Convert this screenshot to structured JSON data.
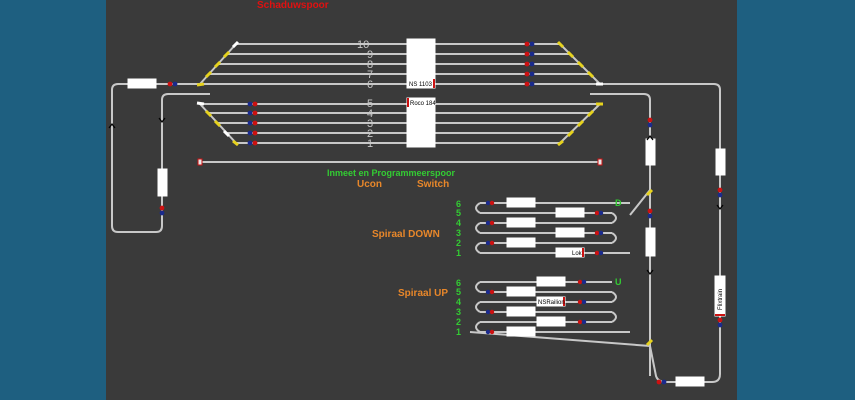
{
  "labels": {
    "schaduwspoor": "Schaduwspoor",
    "inmeet": "Inmeet en Programmeerspoor",
    "ucon": "Ucon",
    "switch": "Switch",
    "spiraal_down": "Spiraal DOWN",
    "spiraal_up": "Spiraal UP",
    "down_end": "D",
    "up_end": "U"
  },
  "upper_tracks": [
    "10",
    "9",
    "8",
    "7",
    "6"
  ],
  "lower_tracks": [
    "5",
    "4",
    "3",
    "2",
    "1"
  ],
  "down_tracks": [
    "6",
    "5",
    "4",
    "3",
    "2",
    "1"
  ],
  "up_tracks": [
    "6",
    "5",
    "4",
    "3",
    "2",
    "1"
  ],
  "trains": {
    "upper_6": "NS 1103",
    "lower_5": "Roco 184",
    "down_1": "Lok",
    "up_4": "NSRailion",
    "right_vertical": "Flixtrain"
  },
  "colors": {
    "panel": "#3a3a3a",
    "background": "#1e5f80",
    "track": "#c8c8c8",
    "switch_yellow": "#e6d21e",
    "signal_red": "#cc1111",
    "signal_blue": "#1a2a8c"
  }
}
